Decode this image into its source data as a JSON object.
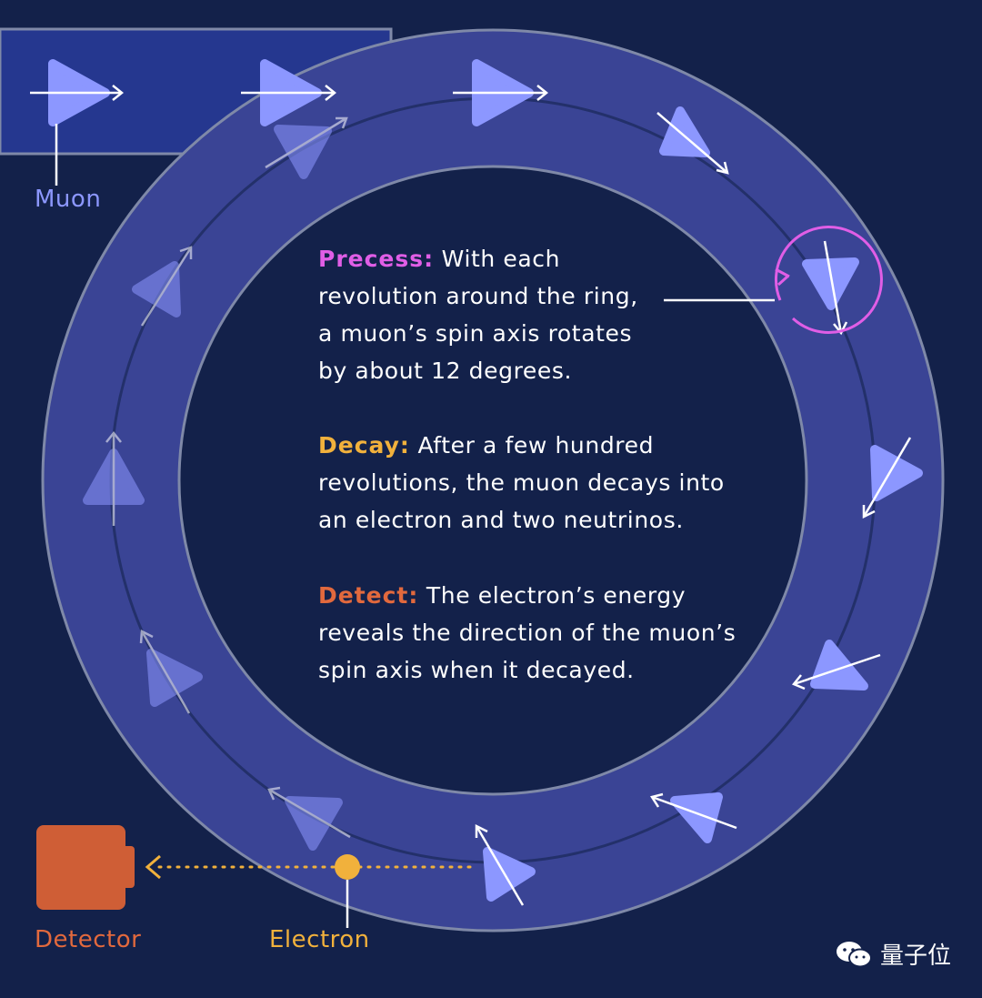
{
  "colors": {
    "background": "#13214a",
    "beam": "#25378f",
    "ring": "#3a4495",
    "ring_border": "#7f89a8",
    "muon": "#8c97ff",
    "precess": "#e05ee6",
    "decay": "#f1b13c",
    "detect": "#e2693d",
    "detector": "#cf5e36",
    "electron": "#f1b13c"
  },
  "text": {
    "precess_key": "Precess:",
    "precess_lines": [
      " With each",
      "revolution around the ring,",
      "a muon’s spin axis rotates",
      "by about 12 degrees."
    ],
    "decay_key": "Decay:",
    "decay_lines": [
      " After a few hundred",
      "revolutions, the muon decays into",
      "an electron and two neutrinos."
    ],
    "detect_key": "Detect:",
    "detect_lines": [
      " The electron’s energy",
      "reveals the direction of the muon’s",
      "spin axis when it decayed."
    ]
  },
  "labels": {
    "muon": "Muon",
    "detector": "Detector",
    "electron": "Electron"
  },
  "watermark": {
    "icon": "wechat-icon",
    "text": "量子位"
  }
}
